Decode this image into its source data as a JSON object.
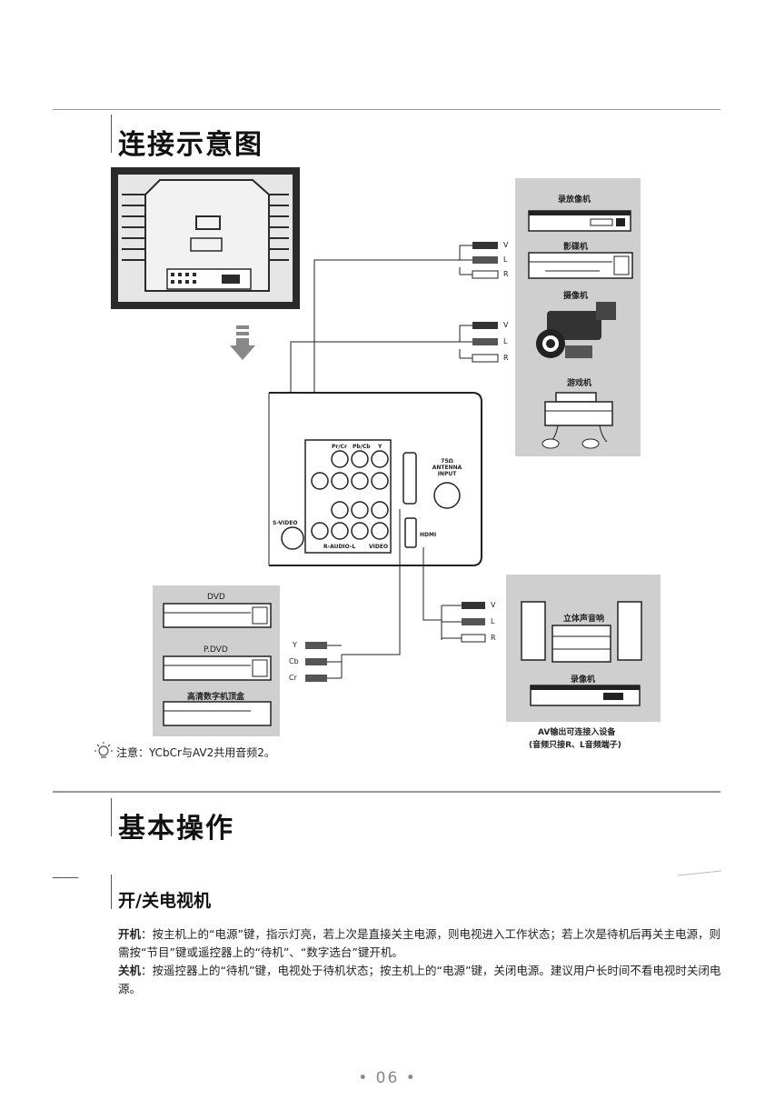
{
  "section1": {
    "title": "连接示意图",
    "devices_right": {
      "vcr": "录放像机",
      "vcd": "影碟机",
      "camera": "摄像机",
      "game": "游戏机"
    },
    "plug_labels_top": [
      "V",
      "L",
      "R"
    ],
    "plug_labels_mid": [
      "V",
      "L",
      "R"
    ],
    "panel_labels": {
      "pr_cr": "Pr/Cr",
      "pb_cb": "Pb/Cb",
      "y": "Y",
      "s_video": "S-VIDEO",
      "r_audio_l": "R-AUDIO-L",
      "video": "VIDEO",
      "hdmi": "HDMI",
      "antenna": "75Ω ANTENNA INPUT"
    },
    "devices_left": {
      "dvd": "DVD",
      "pdvd": "P.DVD",
      "stb": "高清数字机顶盒"
    },
    "ycbcr_labels": [
      "Y",
      "Cb",
      "Cr"
    ],
    "devices_bottom_right": {
      "stereo": "立体声音响",
      "recorder": "录像机"
    },
    "av_output_note_line1": "AV输出可连接入设备",
    "av_output_note_line2": "(音频只接R、L音频端子)",
    "plug_labels_bottom": [
      "V",
      "L",
      "R"
    ],
    "note": "注意：YCbCr与AV2共用音频2。"
  },
  "section2": {
    "title": "基本操作"
  },
  "section3": {
    "title": "开/关电视机",
    "power_on_label": "开机",
    "power_on_text": "：按主机上的“电源”键，指示灯亮，若上次是直接关主电源，则电视进入工作状态；若上次是待机后再关主电源，则需按“节目”键或遥控器上的“待机”、“数字选台”键开机。",
    "power_off_label": "关机",
    "power_off_text": "：按遥控器上的“待机”键，电视处于待机状态；按主机上的“电源”键，关闭电源。建议用户长时间不看电视时关闭电源。"
  },
  "page_number": "• 06 •",
  "colors": {
    "panel_gray": "#cfcfcf",
    "rule_gray": "#9a9a9a",
    "dark": "#1a1a1a"
  }
}
